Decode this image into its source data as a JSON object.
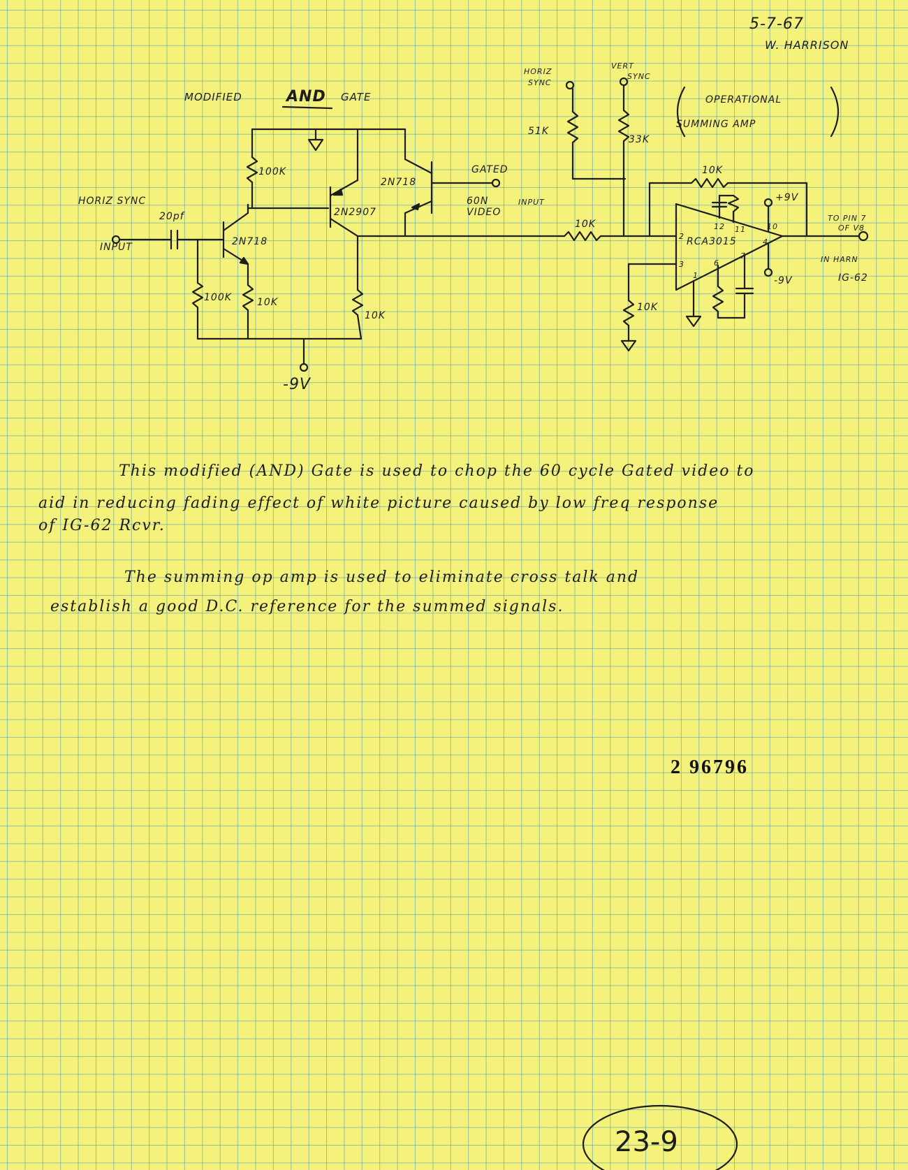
{
  "header": {
    "date": "5-7-67",
    "author": "W. HARRISON"
  },
  "schematic": {
    "title_prefix": "MODIFIED",
    "title_and": "AND",
    "title_suffix": "GATE",
    "horiz_sync_left": "HORIZ SYNC",
    "input_left": "INPUT",
    "cap_20pf": "20pf",
    "q1": "2N718",
    "q2": "2N2907",
    "q3": "2N718",
    "r_100k_top": "100K",
    "r_100k_left": "100K",
    "r_10k_q1": "10K",
    "r_10k_q2": "10K",
    "neg9v_bottom": "-9V",
    "gated_label_1": "GATED",
    "gated_label_2": "60N",
    "gated_label_3": "VIDEO",
    "gated_input": "INPUT",
    "horiz_sync_top_1": "HORIZ",
    "horiz_sync_top_2": "SYNC",
    "vert_sync_1": "VERT",
    "vert_sync_2": "SYNC",
    "r_51k": "51K",
    "r_33k": "33K",
    "opamp_note_1": "OPERATIONAL",
    "opamp_note_2": "SUMMING AMP",
    "r_feedback": "10K",
    "r_input": "10K",
    "r_ground": "10K",
    "opamp": "RCA3015",
    "plus9v": "+9V",
    "minus9v": "-9V",
    "pin2": "2",
    "pin3": "3",
    "pin1": "1",
    "pin6": "6",
    "pin7": "7",
    "pin12": "12",
    "pin11": "11",
    "pin10": "10",
    "pin4": "4",
    "to_pin_1": "TO PIN 7",
    "to_pin_2": "OF V8",
    "in_harn_1": "IN HARN",
    "in_harn_2": "IG-62"
  },
  "notes": {
    "para1_line1": "This modified (AND) Gate is used to chop the 60 cycle Gated video to",
    "para1_line2": "aid in reducing fading effect of white picture caused by low freq response",
    "para1_line3": "of IG-62 Rcvr.",
    "para2_line1": "The summing op amp is used to eliminate cross talk and",
    "para2_line2": "establish a good D.C. reference for the summed signals."
  },
  "stamp_number": "2 96796",
  "circled_number": "23-9"
}
